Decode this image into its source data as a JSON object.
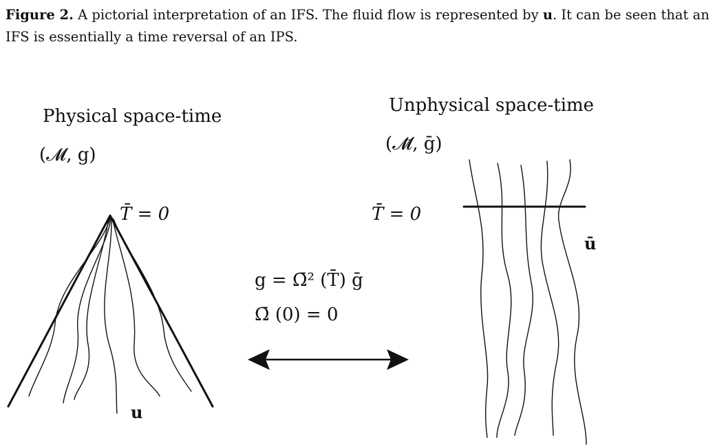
{
  "caption": {
    "figure_label": "Figure 2.",
    "text_part1": " A pictorial interpretation of an IFS. The fluid flow is represented by ",
    "u_symbol": "u",
    "text_part2": ". It can be seen that an IFS is essentially a time reversal of an IPS."
  },
  "left_diagram": {
    "title": "Physical space-time",
    "manifold": "(𝓜, g)",
    "apex_label": "T̄ = 0",
    "flow_label": "u"
  },
  "middle": {
    "conformal_relation": "g = Ω̄² (T̄) ḡ",
    "boundary_condition": "Ω̄ (0) = 0"
  },
  "right_diagram": {
    "title": "Unphysical space-time",
    "manifold": "(𝓜̄, ḡ)",
    "surface_label": "T̄ = 0",
    "flow_label": "ū"
  }
}
